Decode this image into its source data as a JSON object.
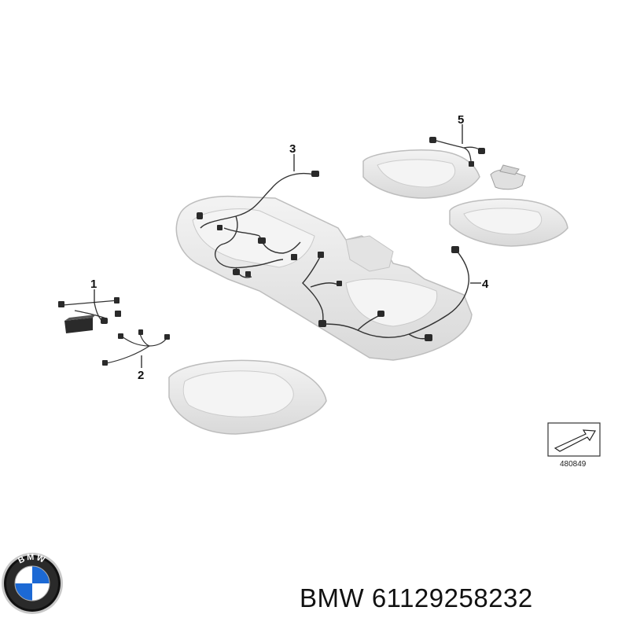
{
  "callouts": [
    {
      "id": "1",
      "label": "1"
    },
    {
      "id": "2",
      "label": "2"
    },
    {
      "id": "3",
      "label": "3"
    },
    {
      "id": "4",
      "label": "4"
    },
    {
      "id": "5",
      "label": "5"
    }
  ],
  "reference_number": "480849",
  "caption": "BMW 61129258232",
  "logo": {
    "name": "bmw-roundel",
    "text": "BMW",
    "colors": {
      "blue": "#1c69d4",
      "ring": "#111111",
      "white": "#ffffff"
    }
  },
  "colors": {
    "part_fill": "#ececec",
    "part_edge": "#bdbdbd",
    "wire": "#333333",
    "text": "#111111"
  }
}
